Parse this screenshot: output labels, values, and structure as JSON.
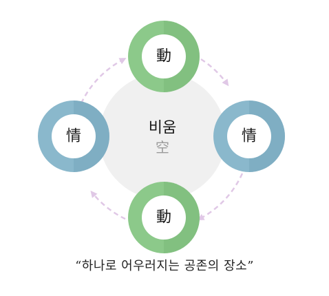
{
  "center": {
    "title": "비움",
    "subtitle": "空"
  },
  "nodes": {
    "top": {
      "label": "動",
      "color": "#8cc98a",
      "color_dark": "#7ab879"
    },
    "bottom": {
      "label": "動",
      "color": "#8cc98a",
      "color_dark": "#7ab879"
    },
    "left": {
      "label": "情",
      "color": "#8ab8cc",
      "color_dark": "#76a6bb"
    },
    "right": {
      "label": "情",
      "color": "#8ab8cc",
      "color_dark": "#76a6bb"
    }
  },
  "colors": {
    "center_circle": "#f0f0f0",
    "arrow": "#e0c8e6",
    "inner_circle": "#ffffff"
  },
  "caption": "“하나로 어우러지는 공존의 장소”"
}
